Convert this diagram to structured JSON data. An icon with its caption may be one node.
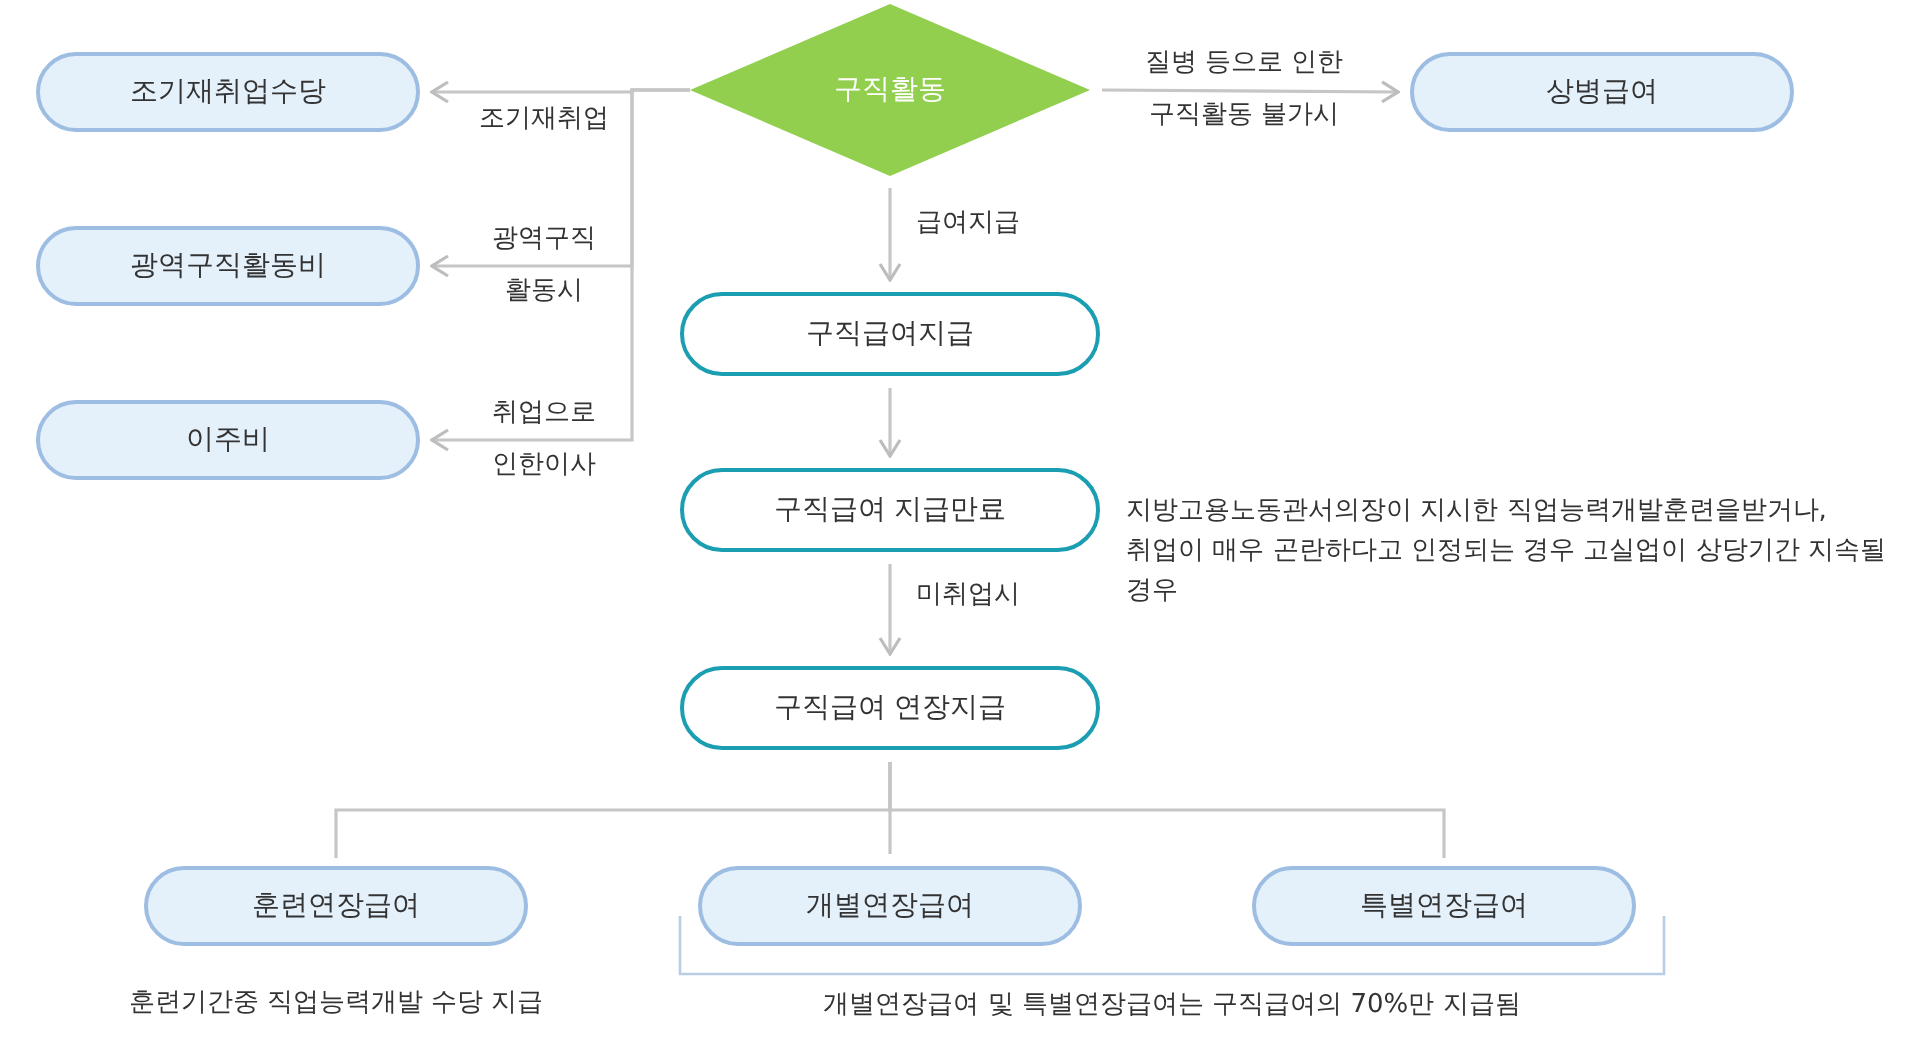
{
  "diagram": {
    "nodes": [
      {
        "text": [
          "구직활동"
        ]
      },
      {
        "text": [
          "조기재취업수당"
        ]
      },
      {
        "text": [
          "광역구직활동비"
        ]
      },
      {
        "text": [
          "이주비"
        ]
      },
      {
        "text": [
          "상병급여"
        ]
      },
      {
        "text": [
          "구직급여지급"
        ]
      },
      {
        "text": [
          "구직급여 지급만료"
        ]
      },
      {
        "text": [
          "구직급여 연장지급"
        ]
      },
      {
        "text": [
          "훈련연장급여"
        ],
        "beside": [
          "훈련기간중 직업능력개발 수당 지급"
        ]
      },
      {
        "text": [
          "개별연장급여"
        ]
      },
      {
        "text": [
          "특별연장급여"
        ]
      }
    ],
    "edges": [
      {
        "from": 0,
        "to": 1,
        "arrow": "to",
        "label": "조기재취업"
      },
      {
        "from": 0,
        "to": 2,
        "arrow": "to",
        "label": "광역구직 활동시"
      },
      {
        "from": 0,
        "to": 3,
        "arrow": "to",
        "label": "취업으로 인한이사"
      },
      {
        "from": 0,
        "to": 4,
        "arrow": "to",
        "label": "질병 등으로 인한 구직활동 불가시"
      },
      {
        "from": 0,
        "to": 5,
        "arrow": "to",
        "label": "급여지급"
      },
      {
        "from": 5,
        "to": 6,
        "arrow": "to"
      },
      {
        "from": 6,
        "to": 7,
        "arrow": "to",
        "label": "미취업시"
      },
      {
        "from": 7,
        "to": 8,
        "arrow": "none"
      },
      {
        "from": 7,
        "to": 9,
        "arrow": "none"
      },
      {
        "from": 7,
        "to": 10,
        "arrow": "none"
      }
    ],
    "labels": [
      "지방고용노동관서의장이 지시한 직업능력개발훈련을받거나, 취업이 매우 곤란하다고 인정되는 경우 고실업이 상당기간 지속될 경우",
      "개별연장급여 및 특별연장급여는 구직급여의 70%만 지급됨"
    ]
  }
}
